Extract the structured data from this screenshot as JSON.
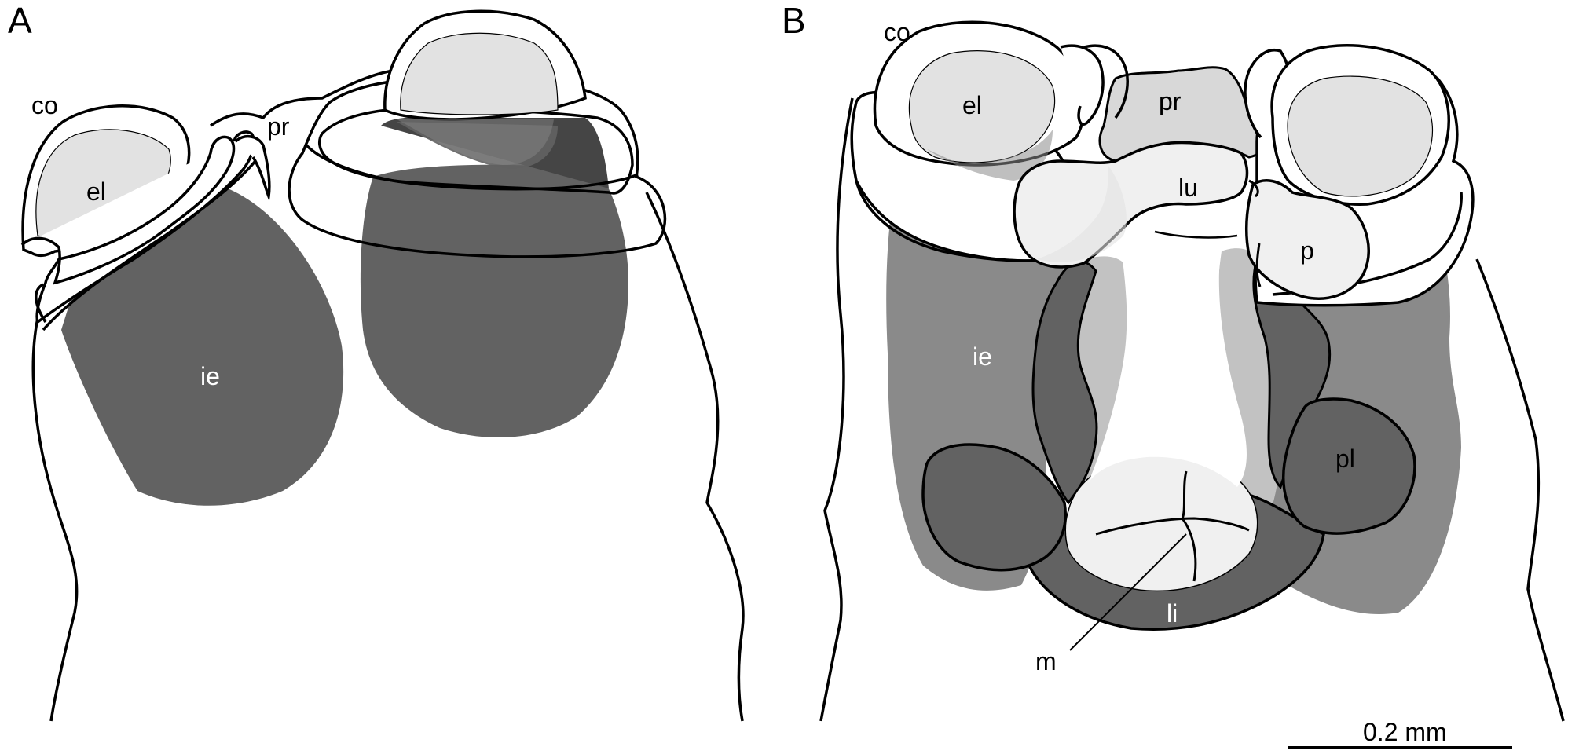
{
  "panels": {
    "a": "A",
    "b": "B"
  },
  "labels": {
    "a_co": "co",
    "a_el": "el",
    "a_pr": "pr",
    "a_ie": "ie",
    "b_co": "co",
    "b_el": "el",
    "b_pr": "pr",
    "b_lu": "lu",
    "b_p": "p",
    "b_ie": "ie",
    "b_pl": "pl",
    "b_li": "li",
    "b_m": "m"
  },
  "scale_bar": {
    "label": "0.2 mm"
  },
  "colors": {
    "dark": "#454545",
    "mid_dark": "#626262",
    "mid": "#8a8a8a",
    "light": "#c2c2c2",
    "lighter": "#d8d8d8",
    "lens": "#e2e2e2",
    "pale": "#f0f0f0",
    "outline": "#000000"
  }
}
